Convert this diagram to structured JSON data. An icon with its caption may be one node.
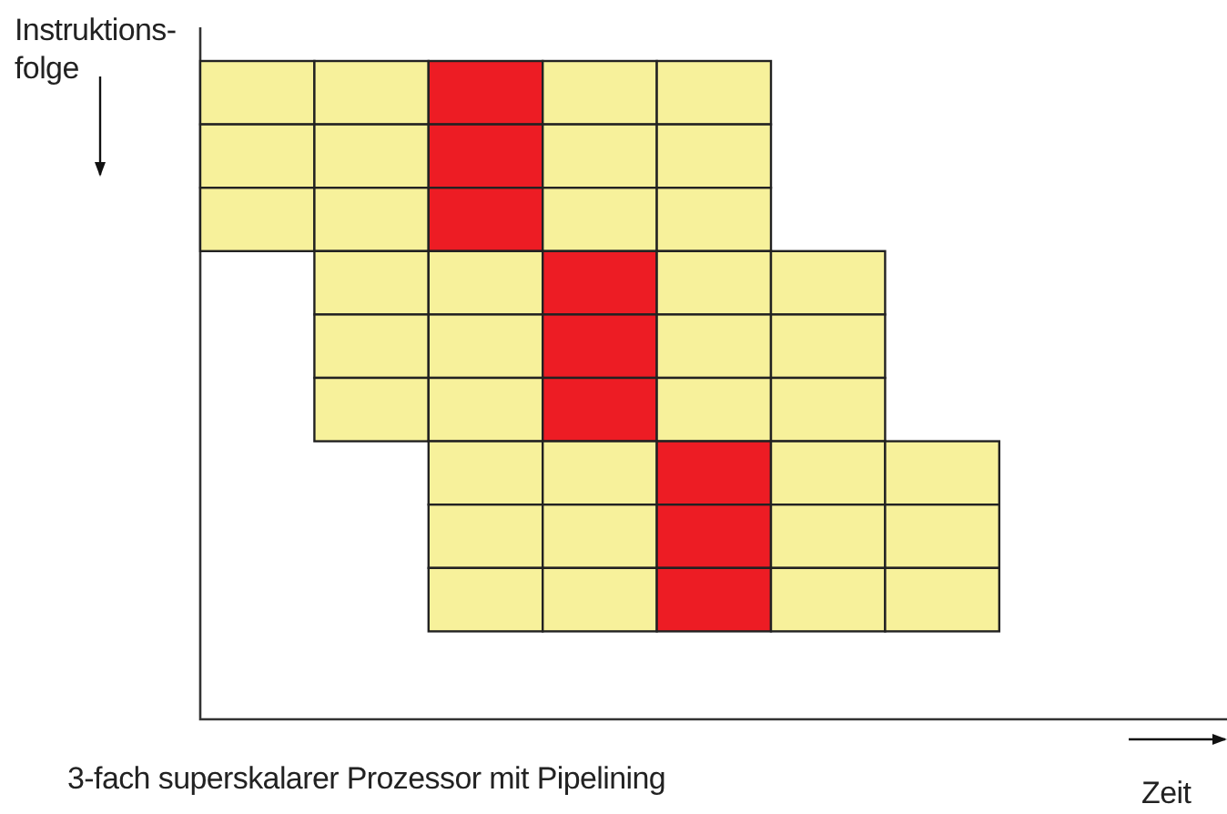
{
  "diagram": {
    "caption": "3-fach superskalarer Prozessor mit Pipelining",
    "labels": [
      "Instruktions- folge",
      "Zeit"
    ]
  }
}
